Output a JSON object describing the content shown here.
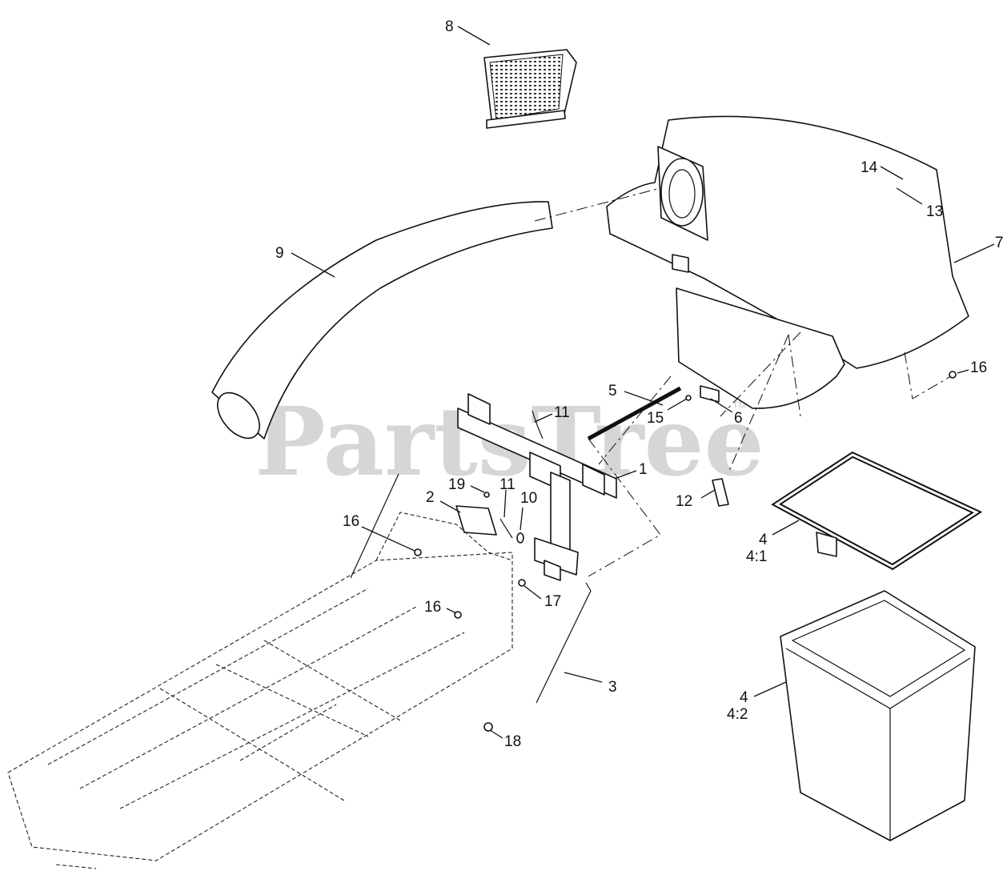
{
  "watermark": {
    "text": "PartsTree",
    "trademark": "TM"
  },
  "callouts": {
    "c1": "1",
    "c2": "2",
    "c3": "3",
    "c4a": "4",
    "c4a_sub": "4:1",
    "c4b": "4",
    "c4b_sub": "4:2",
    "c5": "5",
    "c6": "6",
    "c7": "7",
    "c8": "8",
    "c9": "9",
    "c10": "10",
    "c11a": "11",
    "c11b": "11",
    "c12": "12",
    "c13": "13",
    "c14": "14",
    "c15": "15",
    "c16a": "16",
    "c16b": "16",
    "c16c": "16",
    "c17": "17",
    "c18": "18",
    "c19": "19"
  }
}
